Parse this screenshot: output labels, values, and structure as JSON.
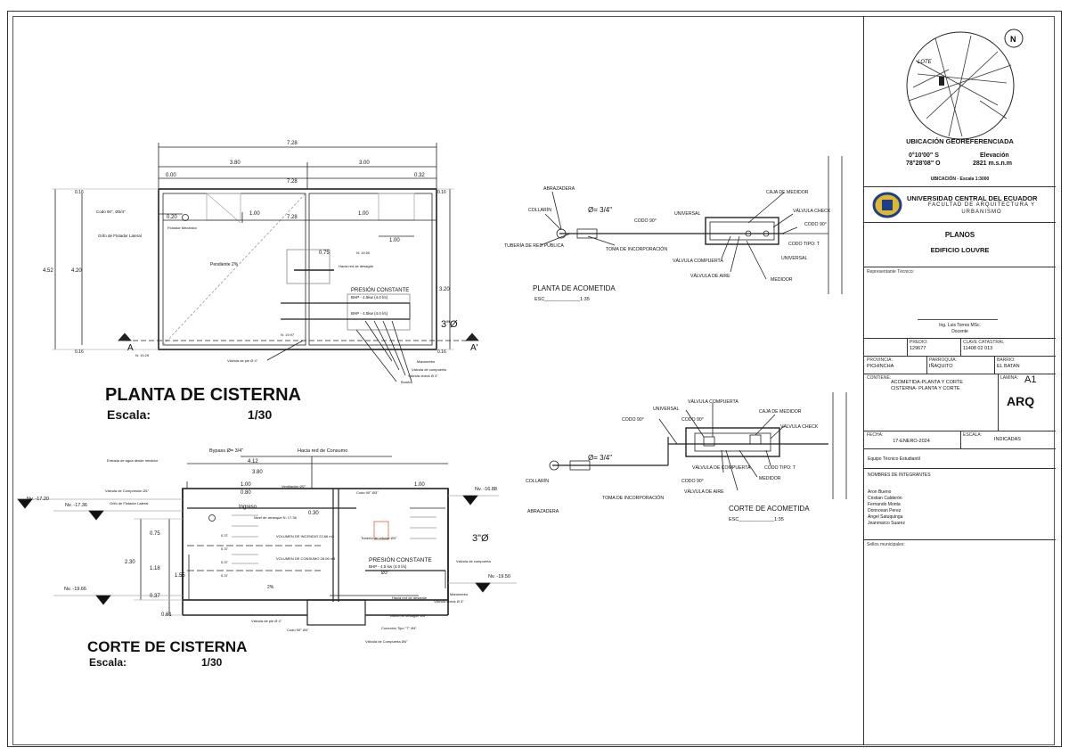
{
  "plan_title": "PLANTA DE CISTERNA",
  "plan_scale_label": "Escala:",
  "plan_scale_value": "1/30",
  "section_title": "CORTE DE CISTERNA",
  "section_scale_label": "Escala:",
  "section_scale_value": "1/30",
  "plan": {
    "dims": [
      "7.28",
      "3.80",
      "3.00",
      "0.00",
      "7.28",
      "0.32",
      "7.28",
      "1.00",
      "1.00",
      "1.00",
      "0.75",
      "4.52",
      "4.20",
      "3.20",
      "0.16",
      "0.16",
      "0.16",
      "0.16",
      "0.20"
    ],
    "labels": {
      "codo": "Codo 90°, Ø3/4\"",
      "grifo": "Grifo de Flotador Lateral",
      "flotador": "Flotador Mecánico",
      "pendiente": "Pendiente 2%",
      "hacia_red": "Hacia red de desagüe",
      "nivel": "N: 19.50",
      "nivel2": "N: 19.97",
      "nivel3": "N: 19.29",
      "presion": "PRESIÓN CONSTANTE",
      "bhp1": "BHP - 4.5kw    (4.0 l/s)",
      "bhp2": "BHP - 4.5kw    (4.0 l/s)",
      "diam": "3\"Ø",
      "valvula_pie": "Válvula de pie Ø 4\"",
      "manometro": "Manómetro",
      "valvula_comp": "Válvula de compuerta",
      "valvula_check": "Válvula check Ø 3\"",
      "bomba": "Bomba",
      "cut_a": "A",
      "cut_a2": "A'"
    }
  },
  "section": {
    "labels": {
      "bypass": "Bypass Ø= 3/4\"",
      "hacia_consumo": "Hacia red de Consumo",
      "entrada": "Entrada de agua desde medidor",
      "valv_compresion": "Válvula de Compresión Ø1\"",
      "grifo": "Grifo de Flotador Lateral",
      "ventilacion": "Ventilación Ø2\"",
      "codo": "Codo 90° Ø3\"",
      "ingreso": "Ingreso",
      "nivel_rebose": "Nivel de arranque N: 17.36",
      "vol_incendio": "VOLUMEN DE INCENDIO 22.66 m3",
      "vol_consumo": "VOLUMEN DE CONSUMO 28.06 m3",
      "tuberia_rebose": "Tubería de rebose Ø3\"",
      "presion": "PRESIÓN CONSTANTE",
      "bhp": "BHP - 4.5 kw    (4.0 l/s)",
      "diam_small": "Ø3\"",
      "diam": "3\"Ø",
      "valv_compuerta": "Válvula de compuerta",
      "manometro": "Manómetro",
      "valv_check": "Válvula check Ø 3\"",
      "hacia_desague": "Hacia red de desagüe",
      "ducto": "Ducto de desagüe Ø4\"",
      "conexion": "Conexión Tipo \"T\" Ø4\"",
      "valv_compuerta4": "Válvula de Compuerta Ø4\"",
      "valv_pie": "Válvula de pie Ø 4\"",
      "codo4": "Codo 90° Ø4\"",
      "pendiente": "2%"
    },
    "dims": [
      "4.12",
      "3.80",
      "1.00",
      "0.80",
      "1.00",
      "0.30",
      "0.75",
      "2.30",
      "1.18",
      "1.55",
      "0.37",
      "0.61",
      "0.37",
      "0.37",
      "0.37",
      "0.37"
    ],
    "levels": [
      "Nv. -17.20",
      "Nv. -17.36",
      "Nv. -19.66",
      "Nv. -16.88",
      "Nv. -19.50"
    ]
  },
  "acometida_plan": {
    "title": "PLANTA DE ACOMETIDA",
    "esc": "ESC_____________1:35",
    "labels": [
      "ABRAZADERA",
      "COLLARÍN",
      "Ø= 3/4\"",
      "TUBERÍA DE RED PÚBLICA",
      "TOMA DE INCORPORACIÓN",
      "CODO 90°",
      "UNIVERSAL",
      "VÁLVULA COMPUERTA",
      "VÁLVULA DE AIRE",
      "CAJA DE MEDIDOR",
      "VÁLVULA CHECK",
      "CODO 90°",
      "CODO TIPO: T",
      "UNIVERSAL",
      "MEDIDOR"
    ]
  },
  "acometida_section": {
    "title": "CORTE DE ACOMETIDA",
    "esc": "ESC_____________1:35",
    "labels": [
      "VÁLVULA COMPUERTA",
      "UNIVERSAL",
      "CODO 90°",
      "CAJA DE MEDIDOR",
      "CODO 90°",
      "VÁLVULA CHECK",
      "Ø= 3/4\"",
      "COLLARÍN",
      "TOMA DE INCORPORACIÓN",
      "ABRAZADERA",
      "VÁLVULA DE COMPUERTA",
      "CODO 90°",
      "VÁLVULA DE AIRE",
      "MEDIDOR",
      "CODO TIPO: T"
    ]
  },
  "title_block": {
    "map_label": "LOTE",
    "ubicacion_title": "UBICACIÓN GEOREFERENCIADA",
    "coord_lat": "0°10'00\" S",
    "coord_lon": "78°28'08\" O",
    "elev_label": "Elevación",
    "elev_value": "2821 m.s.n.m",
    "ubicacion_scale": "UBICACIÓN  - Escala 1:3000",
    "university": "UNIVERSIDAD CENTRAL DEL ECUADOR",
    "faculty": "FACULTAD DE ARQUITECTURA Y URBANISMO",
    "planos": "PLANOS",
    "edificio": "EDIFICIO LOUVRE",
    "rep_label": "Representante Técnico:",
    "rep_name": "Ing. Luis Torres MSc.",
    "rep_role": "Docente",
    "predio_label": "PREDIO:",
    "predio_value": "129677",
    "clave_label": "CLAVE CATASTRAL",
    "clave_value": "11408 02 013",
    "provincia_label": "PROVINCIA:",
    "provincia_value": "PICHINCHA",
    "parroquia_label": "PARROQUIA:",
    "parroquia_value": "IÑAQUITO",
    "barrio_label": "BARRIO:",
    "barrio_value": "EL BATAN",
    "contiene_label": "CONTIENE:",
    "contiene_value": "ACOMETIDA-PLANTA Y CORTE CISTERNA- PLANTA Y CORTE",
    "lamina_label": "LAMINA:",
    "lamina_value": "A1",
    "code": "ARQ",
    "fecha_label": "FECHA:",
    "fecha_value": "17-ENERO-2024",
    "escala_label": "ESCALA:",
    "escala_value": "INDICADAS",
    "equipo": "Equipo Técnico Estudiantil",
    "nombres_label": "NOMBRES DE INTEGRANTES",
    "members": [
      "Aron Bueno",
      "Cristian Calderón",
      "Fernando Monta",
      "Donnovan Perez",
      "Angel Satuquinga",
      "Jeanmarco Suarez"
    ],
    "sellos": "Sellos municipales:"
  }
}
